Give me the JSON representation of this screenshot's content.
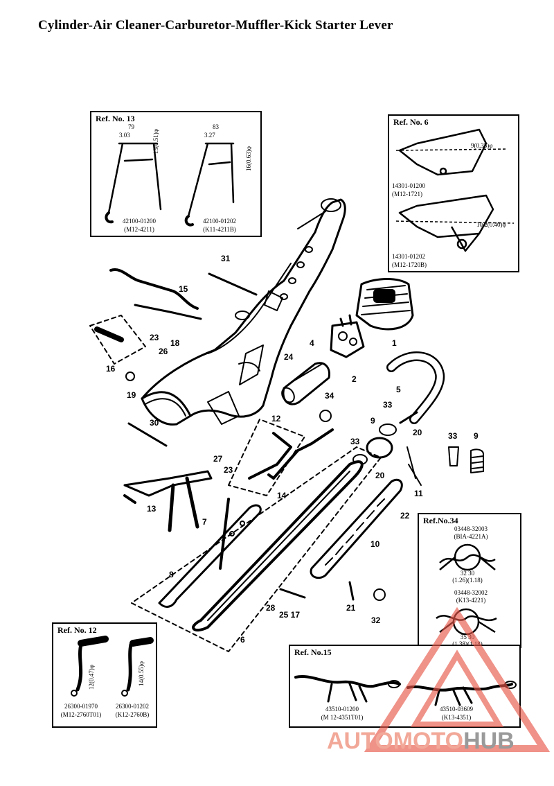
{
  "title": "Cylinder-Air Cleaner-Carburetor-Muffler-Kick Starter Lever",
  "ref13": {
    "label": "Ref. No. 13",
    "left": {
      "top_dim": "79",
      "side_dim": "3.03",
      "h_dim": "13(0.51)φ",
      "code": "42100-01200",
      "model": "(M12-4211)"
    },
    "right": {
      "top_dim": "83",
      "side_dim": "3.27",
      "h_dim": "16(0.63)φ",
      "code": "42100-01202",
      "model": "(K11-4211B)"
    }
  },
  "ref6": {
    "label": "Ref. No. 6",
    "top": {
      "dim": "9(0.35)φ",
      "code": "14301-01200",
      "model": "(M12-1721)"
    },
    "bottom": {
      "dim": "10.2(0.40)φ",
      "code": "14301-01202",
      "model": "(M12-1720B)"
    }
  },
  "ref34": {
    "label": "Ref.No.34",
    "top": {
      "code": "03448-32003",
      "model": "(BIA-4221A)",
      "dim": "32  30",
      "dim2": "(1.26)(1.18)"
    },
    "bottom": {
      "code": "03448-32002",
      "model": "(K13-4221)",
      "dim": "35  30",
      "dim2": "(1.38)(1.18)"
    }
  },
  "ref12": {
    "label": "Ref. No. 12",
    "left": {
      "dim": "12(0.47)φ",
      "code": "26300-01970",
      "model": "(M12-2760T01)"
    },
    "right": {
      "dim": "14(0.55)φ",
      "code": "26300-01202",
      "model": "(K12-2760B)"
    }
  },
  "ref15": {
    "label": "Ref. No.15",
    "left": {
      "code": "43510-01200",
      "model": "(M 12-4351T01)"
    },
    "right": {
      "code": "43510-03609",
      "model": "(K13-4351)"
    }
  },
  "callouts": [
    {
      "id": "1",
      "text": "1"
    },
    {
      "id": "2",
      "text": "2"
    },
    {
      "id": "4",
      "text": "4"
    },
    {
      "id": "5",
      "text": "5"
    },
    {
      "id": "6",
      "text": "6"
    },
    {
      "id": "7",
      "text": "7"
    },
    {
      "id": "8",
      "text": "8"
    },
    {
      "id": "9a",
      "text": "9"
    },
    {
      "id": "9b",
      "text": "9"
    },
    {
      "id": "10",
      "text": "10"
    },
    {
      "id": "11",
      "text": "11"
    },
    {
      "id": "12",
      "text": "12"
    },
    {
      "id": "13",
      "text": "13"
    },
    {
      "id": "14",
      "text": "14"
    },
    {
      "id": "15",
      "text": "15"
    },
    {
      "id": "16",
      "text": "16"
    },
    {
      "id": "17",
      "text": "25 17"
    },
    {
      "id": "18",
      "text": "18"
    },
    {
      "id": "19",
      "text": "19"
    },
    {
      "id": "20a",
      "text": "20"
    },
    {
      "id": "20b",
      "text": "20"
    },
    {
      "id": "21",
      "text": "21"
    },
    {
      "id": "22",
      "text": "22"
    },
    {
      "id": "23a",
      "text": "23"
    },
    {
      "id": "23b",
      "text": "23"
    },
    {
      "id": "24",
      "text": "24"
    },
    {
      "id": "26",
      "text": "26"
    },
    {
      "id": "27",
      "text": "27"
    },
    {
      "id": "28",
      "text": "28"
    },
    {
      "id": "30",
      "text": "30"
    },
    {
      "id": "31",
      "text": "31"
    },
    {
      "id": "32",
      "text": "32"
    },
    {
      "id": "33a",
      "text": "33"
    },
    {
      "id": "33b",
      "text": "33"
    },
    {
      "id": "33c",
      "text": "33"
    },
    {
      "id": "34",
      "text": "34"
    }
  ],
  "watermark": {
    "part1": "AUTOMOTO",
    "part2": "HUB",
    "color1": "#f2a898",
    "color2": "#9a9a9a"
  },
  "colors": {
    "ink": "#000000",
    "paper": "#ffffff",
    "logo": "#e8584a"
  }
}
